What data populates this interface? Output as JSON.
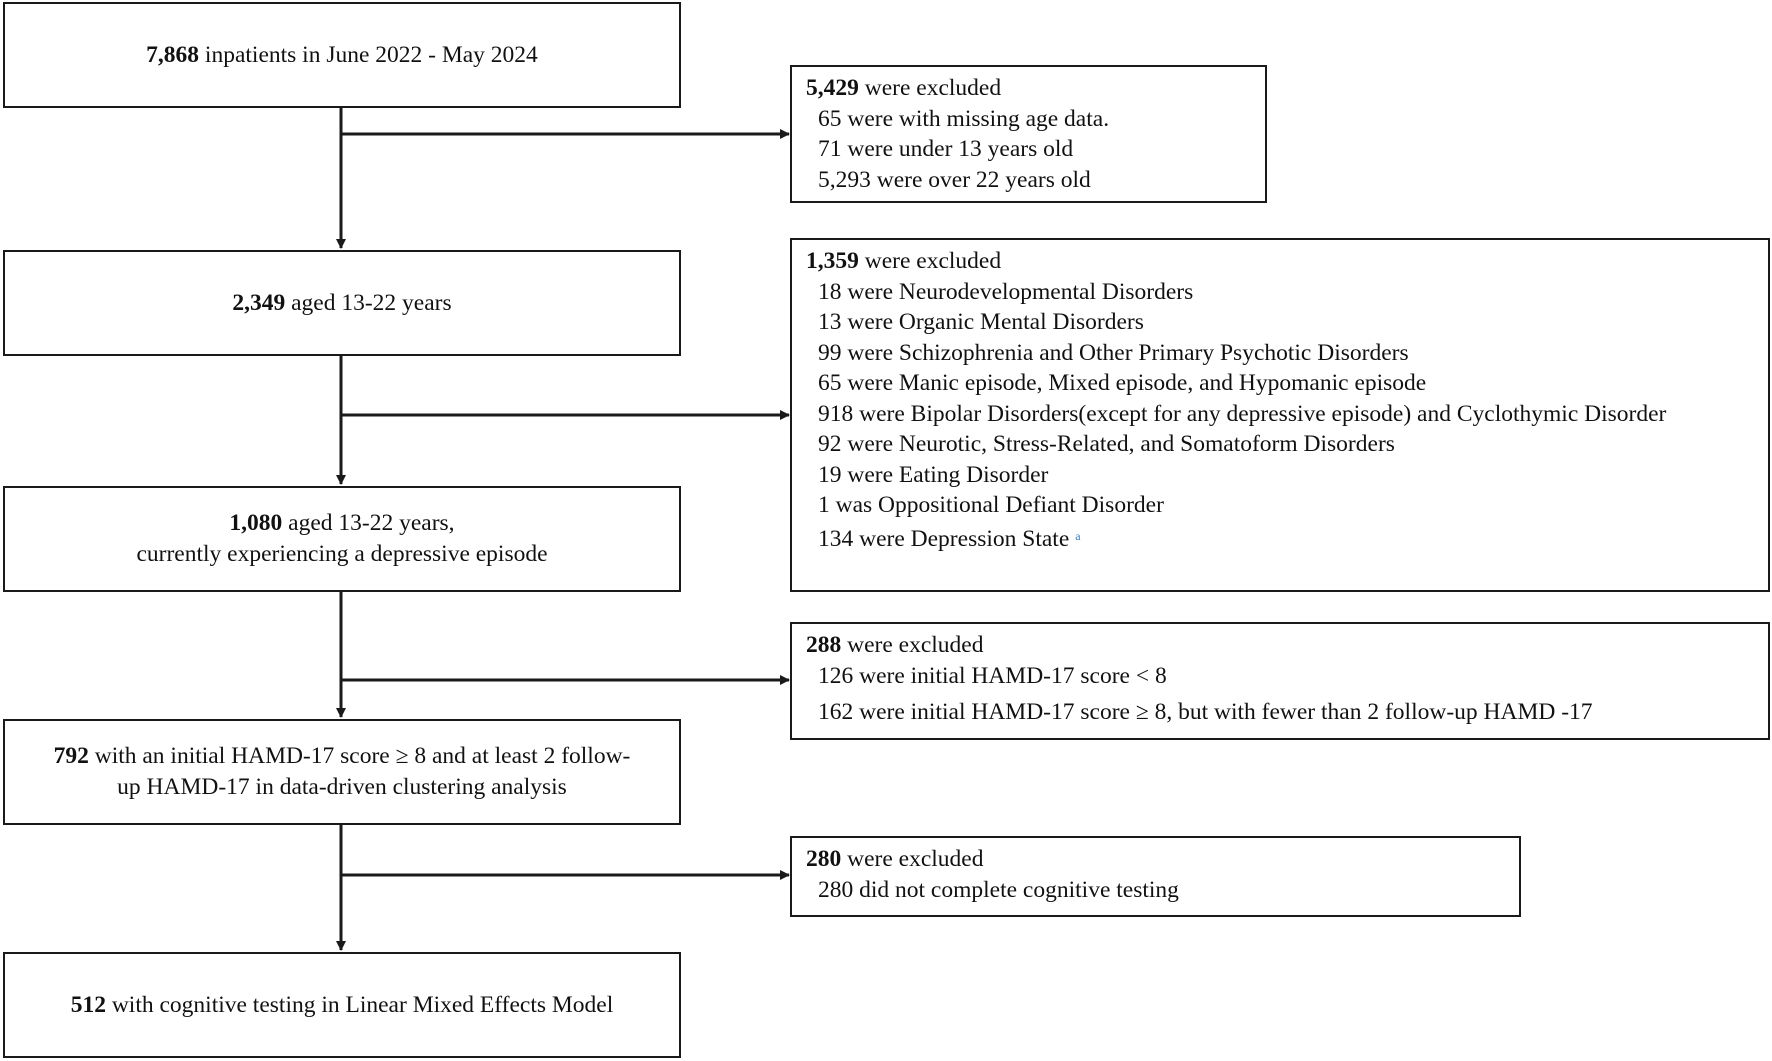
{
  "main_steps": [
    {
      "bold": "7,868",
      "lines": [
        "inpatients in June 2022 - May 2024"
      ]
    },
    {
      "bold": "2,349",
      "lines": [
        "aged 13-22 years"
      ]
    },
    {
      "bold": "1,080",
      "lines": [
        "aged 13-22 years,",
        "currently experiencing a depressive episode"
      ]
    },
    {
      "bold": "792",
      "lines": [
        "with an initial HAMD-17 score ≥ 8 and at least 2 follow-",
        "up HAMD-17 in data-driven clustering analysis"
      ]
    },
    {
      "bold": "512",
      "lines": [
        "with cognitive testing in Linear Mixed Effects Model"
      ]
    }
  ],
  "exclusions": [
    {
      "bold": "5,429",
      "title": "were excluded",
      "items": [
        "65 were with missing age data.",
        "71 were under 13 years old",
        "5,293 were over 22 years old"
      ]
    },
    {
      "bold": "1,359",
      "title": "were excluded",
      "items": [
        "18 were Neurodevelopmental Disorders",
        "13 were Organic Mental Disorders",
        "99 were Schizophrenia and Other Primary Psychotic Disorders",
        "65 were Manic episode, Mixed episode, and Hypomanic episode",
        "918 were Bipolar Disorders(except for any depressive episode) and Cyclothymic Disorder",
        "92 were Neurotic, Stress-Related, and Somatoform Disorders",
        "19 were Eating Disorder",
        "1 was Oppositional Defiant Disorder",
        "134 were Depression State"
      ],
      "footnote_marker": "a"
    },
    {
      "bold": "288",
      "title": "were excluded",
      "items": [
        "126 were initial HAMD-17 score < 8",
        "162  were initial HAMD-17 score ≥ 8, but with fewer than 2 follow-up HAMD -17"
      ]
    },
    {
      "bold": "280",
      "title": "were excluded",
      "items": [
        "280 did not complete cognitive testing"
      ]
    }
  ]
}
